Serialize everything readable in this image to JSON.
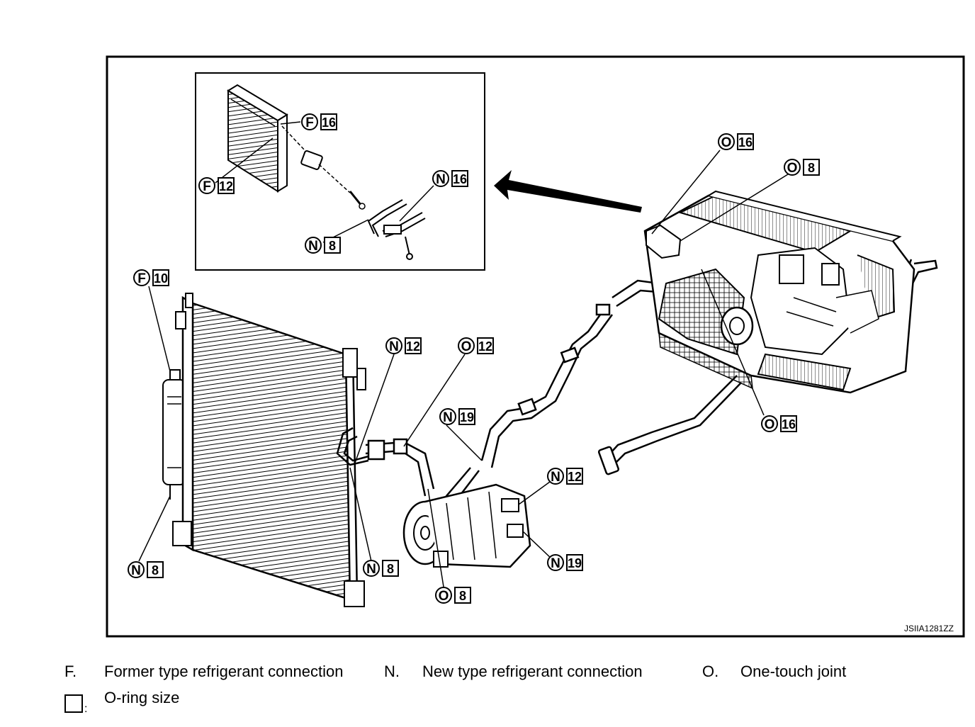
{
  "figure_id": "JSIIA1281ZZ",
  "callouts": [
    {
      "letter": "F",
      "size": "16"
    },
    {
      "letter": "F",
      "size": "12"
    },
    {
      "letter": "N",
      "size": "16"
    },
    {
      "letter": "N",
      "size": "8"
    },
    {
      "letter": "O",
      "size": "16"
    },
    {
      "letter": "O",
      "size": "8"
    },
    {
      "letter": "F",
      "size": "10"
    },
    {
      "letter": "N",
      "size": "12"
    },
    {
      "letter": "O",
      "size": "12"
    },
    {
      "letter": "N",
      "size": "19"
    },
    {
      "letter": "O",
      "size": "16"
    },
    {
      "letter": "N",
      "size": "12"
    },
    {
      "letter": "N",
      "size": "19"
    },
    {
      "letter": "N",
      "size": "8"
    },
    {
      "letter": "N",
      "size": "8"
    },
    {
      "letter": "O",
      "size": "8"
    }
  ],
  "legend": {
    "f_key": "F.",
    "f_text": "Former type refrigerant connection",
    "n_key": "N.",
    "n_text": "New type refrigerant connection",
    "o_key": "O.",
    "o_text": "One-touch joint",
    "box_colon": ":",
    "box_text": "O-ring size"
  }
}
